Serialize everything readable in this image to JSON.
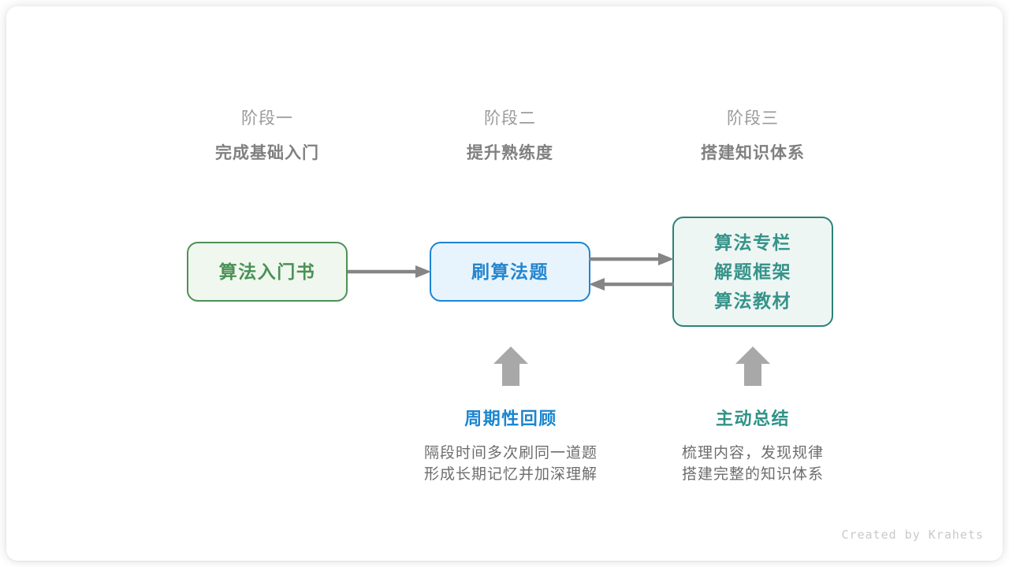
{
  "diagram": {
    "title_credit": "Created by Krahets",
    "stages": [
      {
        "index_label": "阶段一",
        "title": "完成基础入门"
      },
      {
        "index_label": "阶段二",
        "title": "提升熟练度"
      },
      {
        "index_label": "阶段三",
        "title": "搭建知识体系"
      }
    ],
    "nodes": [
      {
        "id": "book",
        "lines": [
          "算法入门书"
        ],
        "border_color": "#4e9055",
        "fill_color": "#eff7ef",
        "text_color": "#4a9155"
      },
      {
        "id": "practice",
        "lines": [
          "刷算法题"
        ],
        "border_color": "#1d84d4",
        "fill_color": "#e8f4fd",
        "text_color": "#2585ce"
      },
      {
        "id": "knowledge",
        "lines": [
          "算法专栏",
          "解题框架",
          "算法教材"
        ],
        "border_color": "#2c8278",
        "fill_color": "#eef6f4",
        "text_color": "#36938a"
      }
    ],
    "edges": [
      {
        "id": "book-to-practice",
        "direction": "right",
        "color": "#858585"
      },
      {
        "id": "practice-to-knowledge",
        "direction": "right",
        "color": "#858585"
      },
      {
        "id": "knowledge-to-practice",
        "direction": "left",
        "color": "#858585"
      }
    ],
    "notes": [
      {
        "id": "review",
        "title": "周期性回顾",
        "title_color": "#1a86d0",
        "desc_lines": [
          "隔段时间多次刷同一道题",
          "形成长期记忆并加深理解"
        ],
        "arrow_color": "#a8a8a8"
      },
      {
        "id": "summary",
        "title": "主动总结",
        "title_color": "#2f9287",
        "desc_lines": [
          "梳理内容，发现规律",
          "搭建完整的知识体系"
        ],
        "arrow_color": "#a8a8a8"
      }
    ]
  }
}
